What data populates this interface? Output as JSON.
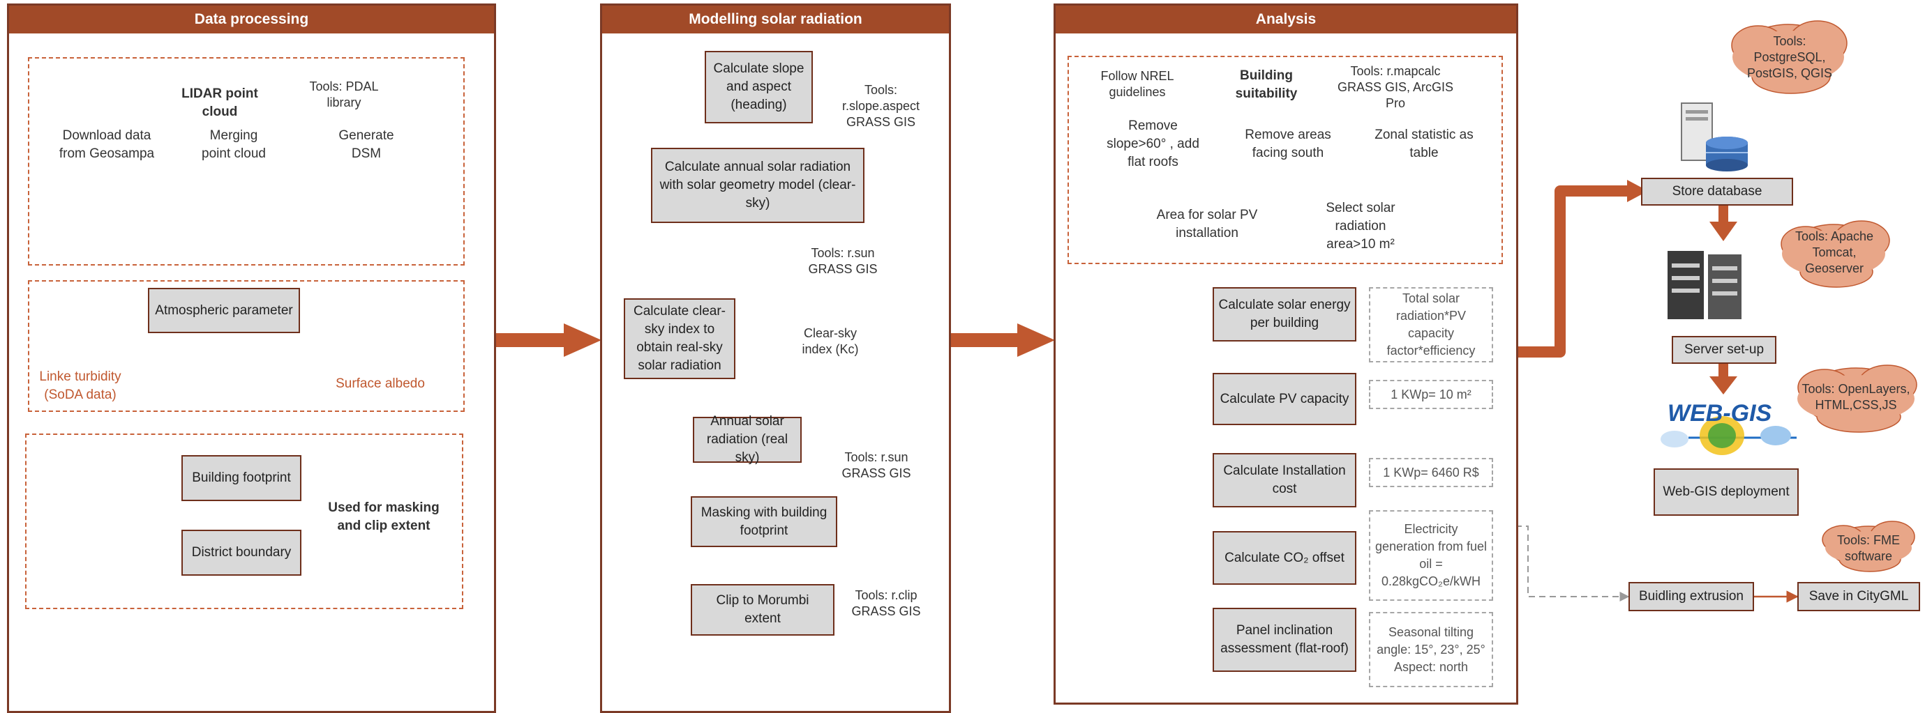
{
  "panels": {
    "data_processing": "Data processing",
    "modelling": "Modelling solar radiation",
    "analysis": "Analysis"
  },
  "dp": {
    "lidar_title": "LIDAR point cloud",
    "download": "Download data from Geosampa",
    "merging": "Merging point cloud",
    "generate": "Generate DSM",
    "tools_pdal": "Tools: PDAL library",
    "atmospheric": "Atmospheric parameter",
    "linke": "Linke turbidity (SoDA data)",
    "albedo": "Surface albedo",
    "footprint": "Building footprint",
    "district": "District boundary",
    "masking_note": "Used for masking and clip extent"
  },
  "msr": {
    "slope": "Calculate slope and aspect (heading)",
    "tools_slope": "Tools: r.slope.aspect GRASS GIS",
    "annual_clear": "Calculate annual solar radiation with solar geometry model (clear-sky)",
    "tools_rsun1": "Tools: r.sun GRASS GIS",
    "clear_sky_calc": "Calculate clear-sky index to obtain real-sky solar radiation",
    "clear_sky_index": "Clear-sky index (Kc)",
    "annual_real": "Annual solar radiation (real sky)",
    "tools_rsun2": "Tools: r.sun GRASS GIS",
    "masking": "Masking with building footprint",
    "clip": "Clip to Morumbi extent",
    "tools_clip": "Tools: r.clip GRASS GIS"
  },
  "an": {
    "nrel": "Follow NREL guidelines",
    "suitability": "Building suitability",
    "tools_mapcalc": "Tools: r.mapcalc GRASS GIS, ArcGIS Pro",
    "remove_slope": "Remove slope>60° , add flat roofs",
    "remove_south": "Remove areas facing south",
    "zonal": "Zonal statistic as table",
    "select_solar": "Select solar radiation area>10 m²",
    "area_pv": "Area for solar PV installation",
    "calc_energy": "Calculate solar energy per building",
    "note_energy": "Total solar radiation*PV capacity factor*efficiency",
    "calc_pv": "Calculate PV capacity",
    "note_pv": "1 KWp= 10 m²",
    "calc_install": "Calculate Installation cost",
    "note_install": "1 KWp= 6460 R$",
    "calc_co2": "Calculate CO₂ offset",
    "note_co2_1": "Electricity generation from fuel oil =",
    "note_co2_2": "0.28kgCO₂e/kWH",
    "panel_incl": "Panel inclination assessment (flat-roof)",
    "note_incl_1": "Seasonal tilting angle: 15°, 23°, 25°",
    "note_incl_2": "Aspect: north"
  },
  "web": {
    "tools_db": "Tools: PostgreSQL, PostGIS, QGIS",
    "store": "Store database",
    "tools_server": "Tools: Apache Tomcat, Geoserver",
    "server": "Server set-up",
    "tools_web": "Tools: OpenLayers, HTML,CSS,JS",
    "webgis_logo": "WEB-GIS",
    "webgis": "Web-GIS deployment",
    "tools_fme": "Tools: FME software",
    "extrusion": "Buidling extrusion",
    "citygml": "Save in CityGML"
  },
  "colors": {
    "panel_head": "#a14a28",
    "border": "#7b3a26",
    "arrow": "#c0582f",
    "cloud": "#e8a688",
    "box": "#d9d9d9"
  }
}
